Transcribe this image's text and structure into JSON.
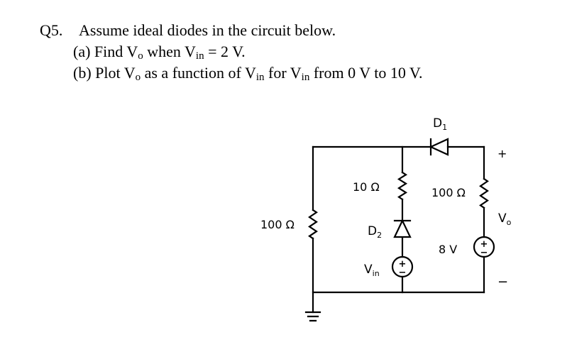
{
  "question": {
    "number": "Q5.",
    "line0": "Assume ideal diodes in the circuit below.",
    "part_a": {
      "prefix": "(a) Find V",
      "vo_sub": "o",
      "mid": " when V",
      "vin_sub": "in",
      "suffix": " = 2 V."
    },
    "part_b": {
      "prefix": "(b) Plot V",
      "vo_sub": "o",
      "mid": " as a function of V",
      "vin_sub": "in",
      "suffix": " for V",
      "vin_sub2": "in",
      "suffix2": " from 0 V to 10 V."
    }
  },
  "circuit": {
    "r_left": "100 Ω",
    "r_mid": "10 Ω",
    "r_right": "100 Ω",
    "d1": {
      "main": "D",
      "sub": "1"
    },
    "d2": {
      "main": "D",
      "sub": "2"
    },
    "vin": {
      "main": "V",
      "sub": "in"
    },
    "source_right": "8 V",
    "vo": {
      "main": "V",
      "sub": "o"
    },
    "plus": "+",
    "minus": "−"
  }
}
